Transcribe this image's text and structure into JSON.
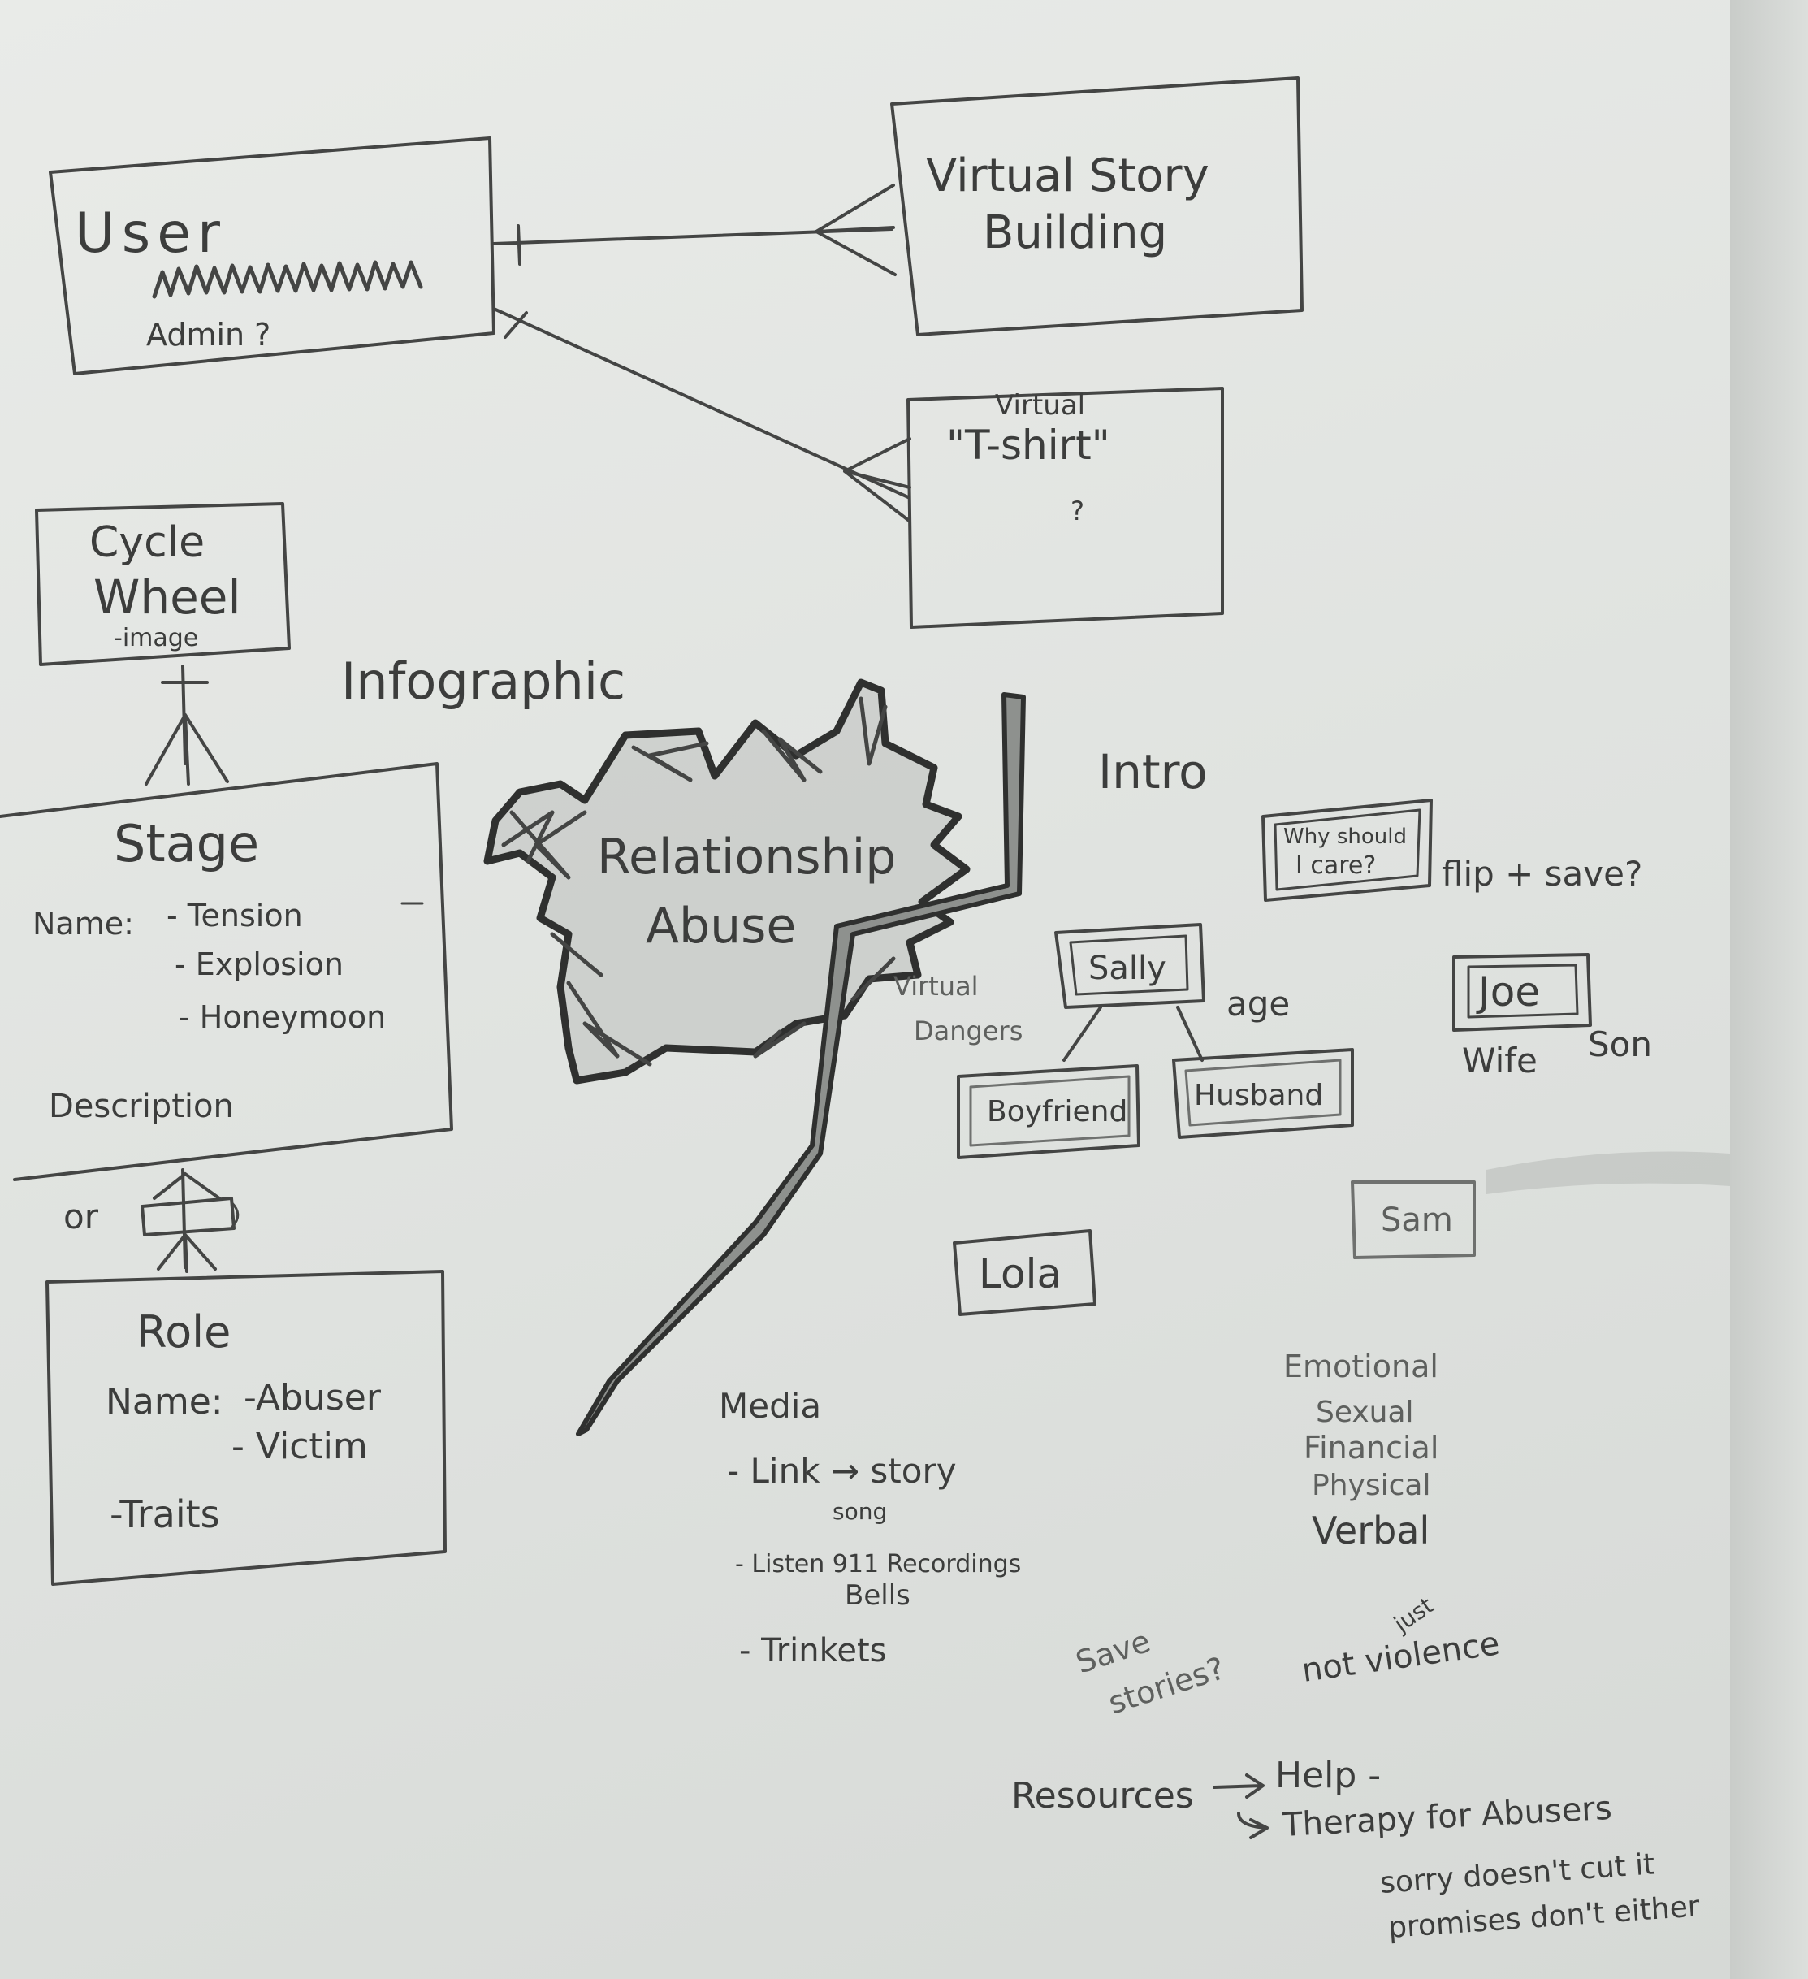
{
  "entities": {
    "user": {
      "title": "User",
      "note": "Admin ?"
    },
    "virtual_story": {
      "line1": "Virtual Story",
      "line2": "Building"
    },
    "virtual_tshirt": {
      "line1": "Virtual",
      "line2": "\"T-shirt\"",
      "note": "?"
    },
    "cycle_wheel": {
      "line1": "Cycle",
      "line2": "Wheel",
      "note": "-image"
    },
    "stage": {
      "title": "Stage",
      "name_label": "Name:",
      "names": [
        "- Tension",
        "- Explosion",
        "- Honeymoon"
      ],
      "description": "Description"
    },
    "role": {
      "title": "Role",
      "name_label": "Name:",
      "names": [
        "-Abuser",
        "- Victim"
      ],
      "traits": "-Traits"
    },
    "or_label": "or"
  },
  "infographic": {
    "label": "Infographic",
    "center_line1": "Relationship",
    "center_line2": "Abuse"
  },
  "intro": {
    "label": "Intro",
    "why_card": {
      "line1": "Why should",
      "line2": "I care?"
    },
    "flip_note": "flip + save?",
    "virtual_dangers_line1": "Virtual",
    "virtual_dangers_line2": "Dangers",
    "age_note": "age",
    "characters": {
      "sally": "Sally",
      "boyfriend": "Boyfriend",
      "husband": "Husband",
      "joe": "Joe",
      "joe_relations": [
        "Wife",
        "Son"
      ],
      "sam": "Sam",
      "lola": "Lola"
    }
  },
  "media": {
    "title": "Media",
    "items": [
      "- Link → story",
      "song",
      "- Listen 911 Recordings",
      "Bells",
      "- Trinkets"
    ]
  },
  "abuse_types": [
    "Emotional",
    "Sexual",
    "Financial",
    "Physical",
    "Verbal"
  ],
  "save_stories": {
    "line1": "Save",
    "line2": "stories?"
  },
  "not_violence": {
    "main": "not violence",
    "insert": "just"
  },
  "resources": {
    "label": "Resources",
    "help": "Help -",
    "therapy": "Therapy for Abusers",
    "quote1": "sorry doesn't cut it",
    "quote2": "promises don't either"
  }
}
